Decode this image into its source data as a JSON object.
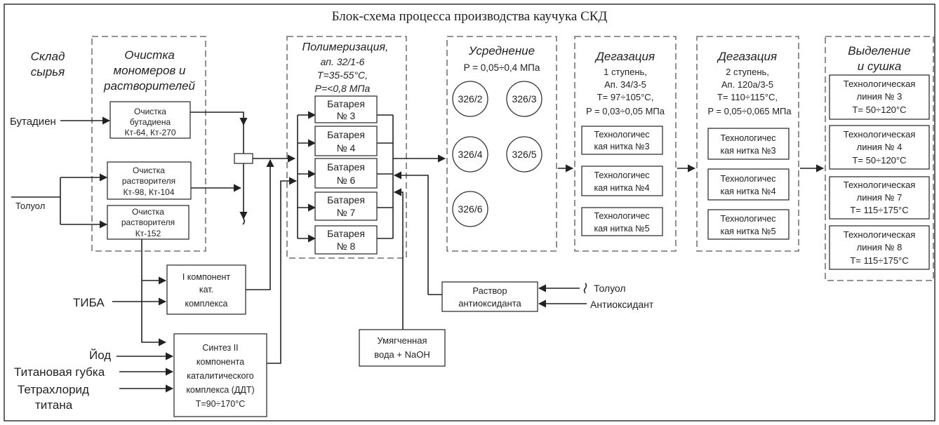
{
  "title": "Блок-схема процесса производства каучука СКД",
  "sections": {
    "sklad": [
      "Склад",
      "сырья"
    ],
    "ochistka": [
      "Очистка",
      "мономеров и",
      "растворителей"
    ],
    "polimerizaciya": [
      "Полимеризация,",
      "ап. 32/1-6",
      "T=35-55°C,",
      "P=<0,8 МПа"
    ],
    "usrednenie": [
      "Усреднение",
      "P = 0,05÷0,4 МПа"
    ],
    "degazaciya1": [
      "Дегазация",
      "1 ступень,",
      "Ап. 34/3-5",
      "T= 97÷105°C,",
      "P = 0,03÷0,05 МПа"
    ],
    "degazaciya2": [
      "Дегазация",
      "2 ступень,",
      "Ап. 120а/3-5",
      "T= 110÷115°C,",
      "P = 0,05÷0,065 МПа"
    ],
    "vydelenie": [
      "Выделение",
      "и сушка"
    ]
  },
  "inputs": {
    "butadien": "Бутадиен",
    "toluol": "Толуол",
    "tiba": "ТИБА",
    "iod": "Йод",
    "gubka": "Титановая губка",
    "tetrahlorid": [
      "Тетрахлорид",
      "титана"
    ],
    "toluol2": "Толуол",
    "antioksidant": "Антиоксидант"
  },
  "boxes": {
    "och_but": [
      "Очистка",
      "бутадиена",
      "Кт-64, Кт-270"
    ],
    "och_rastv1": [
      "Очистка",
      "растворителя",
      "Кт-98, Кт-104"
    ],
    "och_rastv2": [
      "Очистка",
      "растворителя",
      "Кт-152"
    ],
    "komp1": [
      "I компонент",
      "кат.",
      "комплекса"
    ],
    "sintez": [
      "Синтез II",
      "компонента",
      "каталитического",
      "комплекса (ДДТ)",
      "T=90÷170°C"
    ],
    "rastvor": [
      "Раствор",
      "антиоксиданта"
    ],
    "voda": [
      "Умягченная",
      "вода + NaOH"
    ]
  },
  "batteries": [
    [
      "Батарея",
      "№ 3"
    ],
    [
      "Батарея",
      "№ 4"
    ],
    [
      "Батарея",
      "№ 6"
    ],
    [
      "Батарея",
      "№ 7"
    ],
    [
      "Батарея",
      "№ 8"
    ]
  ],
  "tanks": [
    "326/2",
    "326/3",
    "326/4",
    "326/5",
    "326/6"
  ],
  "degaz1_lines": [
    [
      "Технологичес",
      "кая нитка №3"
    ],
    [
      "Технологичес",
      "кая нитка №4"
    ],
    [
      "Технологичес",
      "кая нитка №5"
    ]
  ],
  "degaz2_lines": [
    [
      "Технологичес",
      "кая нитка №3"
    ],
    [
      "Технологичес",
      "кая нитка №4"
    ],
    [
      "Технологичес",
      "кая нитка №5"
    ]
  ],
  "drying_lines": [
    [
      "Технологическая",
      "линия № 3",
      "T= 50÷120°C"
    ],
    [
      "Технологическая",
      "линия № 4",
      "T= 50÷120°C"
    ],
    [
      "Технологическая",
      "линия № 7",
      "T= 115÷175°C"
    ],
    [
      "Технологическая",
      "линия № 8",
      "T= 115÷175°C"
    ]
  ]
}
